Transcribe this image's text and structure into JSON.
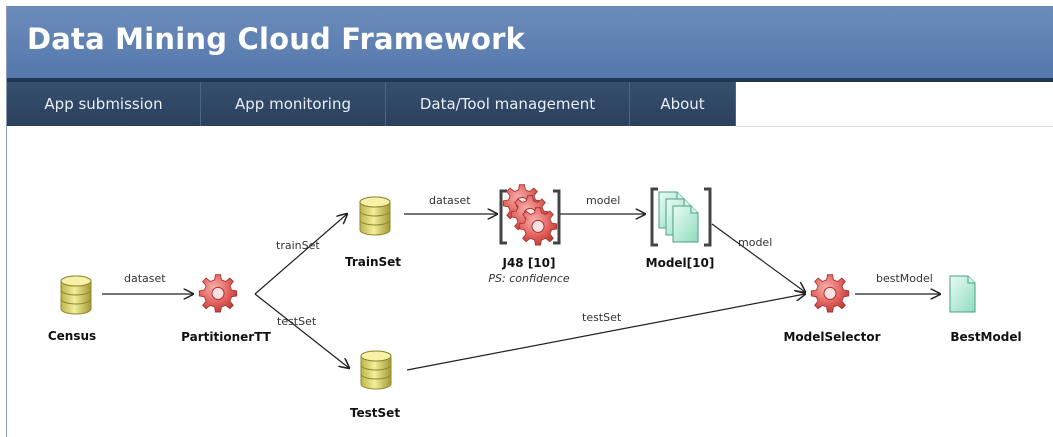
{
  "header": {
    "title": "Data Mining Cloud Framework"
  },
  "nav": {
    "items": [
      {
        "label": "App submission"
      },
      {
        "label": "App monitoring"
      },
      {
        "label": "Data/Tool management"
      },
      {
        "label": "About"
      }
    ]
  },
  "workflow": {
    "nodes": {
      "census": {
        "label": "Census",
        "icon": "database-icon"
      },
      "partitioner": {
        "label": "PartitionerTT",
        "icon": "gear-icon"
      },
      "trainset": {
        "label": "TrainSet",
        "icon": "database-icon"
      },
      "testset": {
        "label": "TestSet",
        "icon": "database-icon"
      },
      "j48": {
        "label": "J48 [10]",
        "sublabel": "PS: confidence",
        "icon": "gear-array-icon"
      },
      "model": {
        "label": "Model[10]",
        "icon": "document-array-icon"
      },
      "modelselector": {
        "label": "ModelSelector",
        "icon": "gear-icon"
      },
      "bestmodel": {
        "label": "BestModel",
        "icon": "document-icon"
      }
    },
    "edges": {
      "census_partitioner": "dataset",
      "partitioner_trainset": "trainSet",
      "partitioner_testset": "testSet",
      "trainset_j48": "dataset",
      "j48_model": "model",
      "model_selector": "model",
      "testset_selector": "testSet",
      "selector_best": "bestModel"
    }
  },
  "colors": {
    "title_bar": "#5f80b3",
    "nav_bar": "#2f4866",
    "db_yellow": "#e8e07a",
    "gear_red": "#e2605c",
    "doc_green": "#a9e6cf"
  }
}
